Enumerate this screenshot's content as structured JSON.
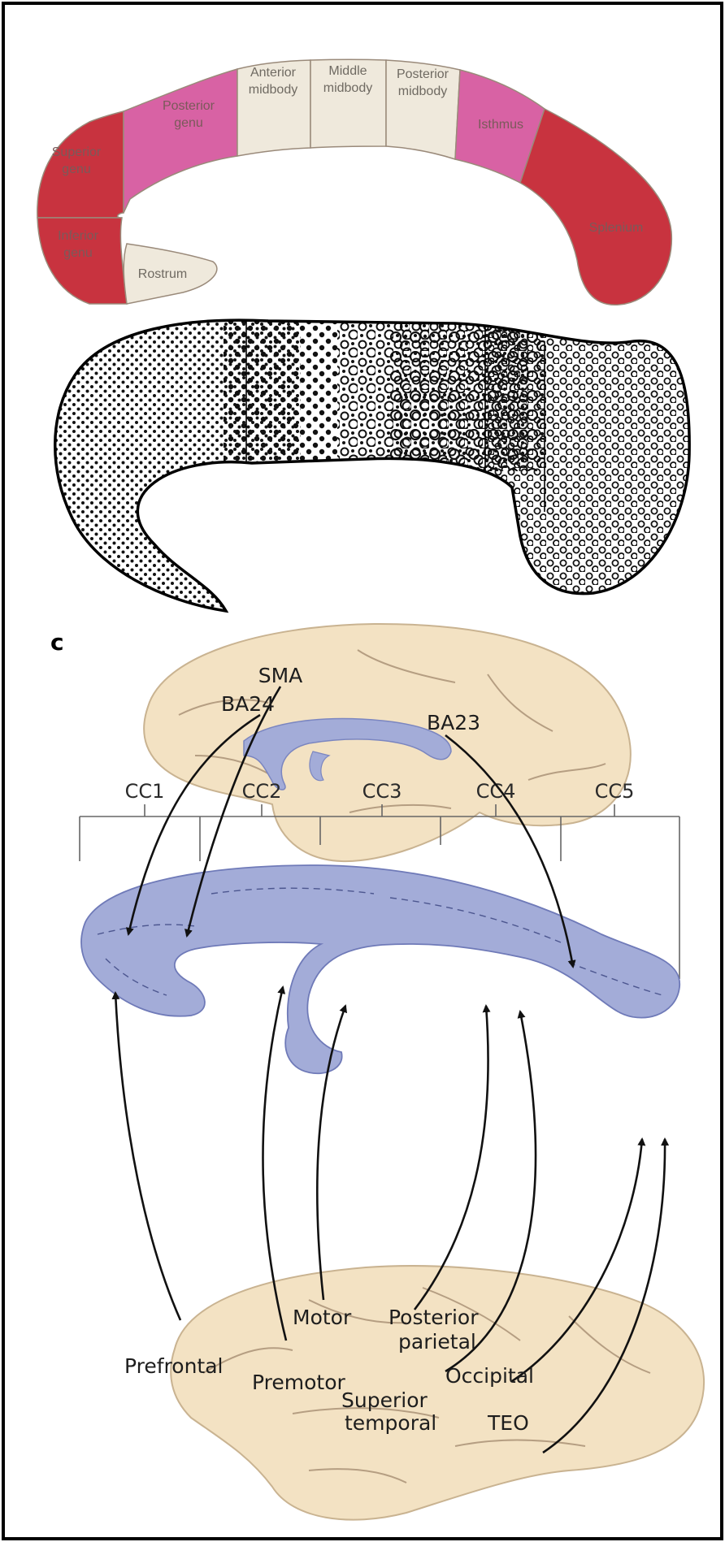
{
  "panel_a": {
    "segments": [
      {
        "id": "superior-genu",
        "lines": [
          "Superior",
          "genu"
        ],
        "color": "#c8333f"
      },
      {
        "id": "inferior-genu",
        "lines": [
          "Inferior",
          "genu"
        ],
        "color": "#c8333f"
      },
      {
        "id": "rostrum",
        "lines": [
          "Rostrum"
        ],
        "color": "#efe9dc"
      },
      {
        "id": "posterior-genu",
        "lines": [
          "Posterior",
          "genu"
        ],
        "color": "#d862a4"
      },
      {
        "id": "anterior-midbody",
        "lines": [
          "Anterior",
          "midbody"
        ],
        "color": "#efe9dc"
      },
      {
        "id": "middle-midbody",
        "lines": [
          "Middle",
          "midbody"
        ],
        "color": "#efe9dc"
      },
      {
        "id": "posterior-midbody",
        "lines": [
          "Posterior",
          "midbody"
        ],
        "color": "#efe9dc"
      },
      {
        "id": "isthmus",
        "lines": [
          "Isthmus"
        ],
        "color": "#d862a4"
      },
      {
        "id": "splenium",
        "lines": [
          "Splenium"
        ],
        "color": "#c8333f"
      }
    ]
  },
  "panel_c": {
    "letter": "c",
    "top_labels": [
      "SMA",
      "BA24",
      "BA23"
    ],
    "cc_labels": [
      "CC1",
      "CC2",
      "CC3",
      "CC4",
      "CC5"
    ],
    "bottom_labels": {
      "motor": "Motor",
      "posterior_parietal": [
        "Posterior",
        "parietal"
      ],
      "prefrontal": "Prefrontal",
      "premotor": "Premotor",
      "occipital": "Occipital",
      "superior_temporal": [
        "Superior",
        "temporal"
      ],
      "teo": "TEO"
    },
    "colors": {
      "brain": "#f3e2c3",
      "callosum": "#a3acd8"
    }
  }
}
